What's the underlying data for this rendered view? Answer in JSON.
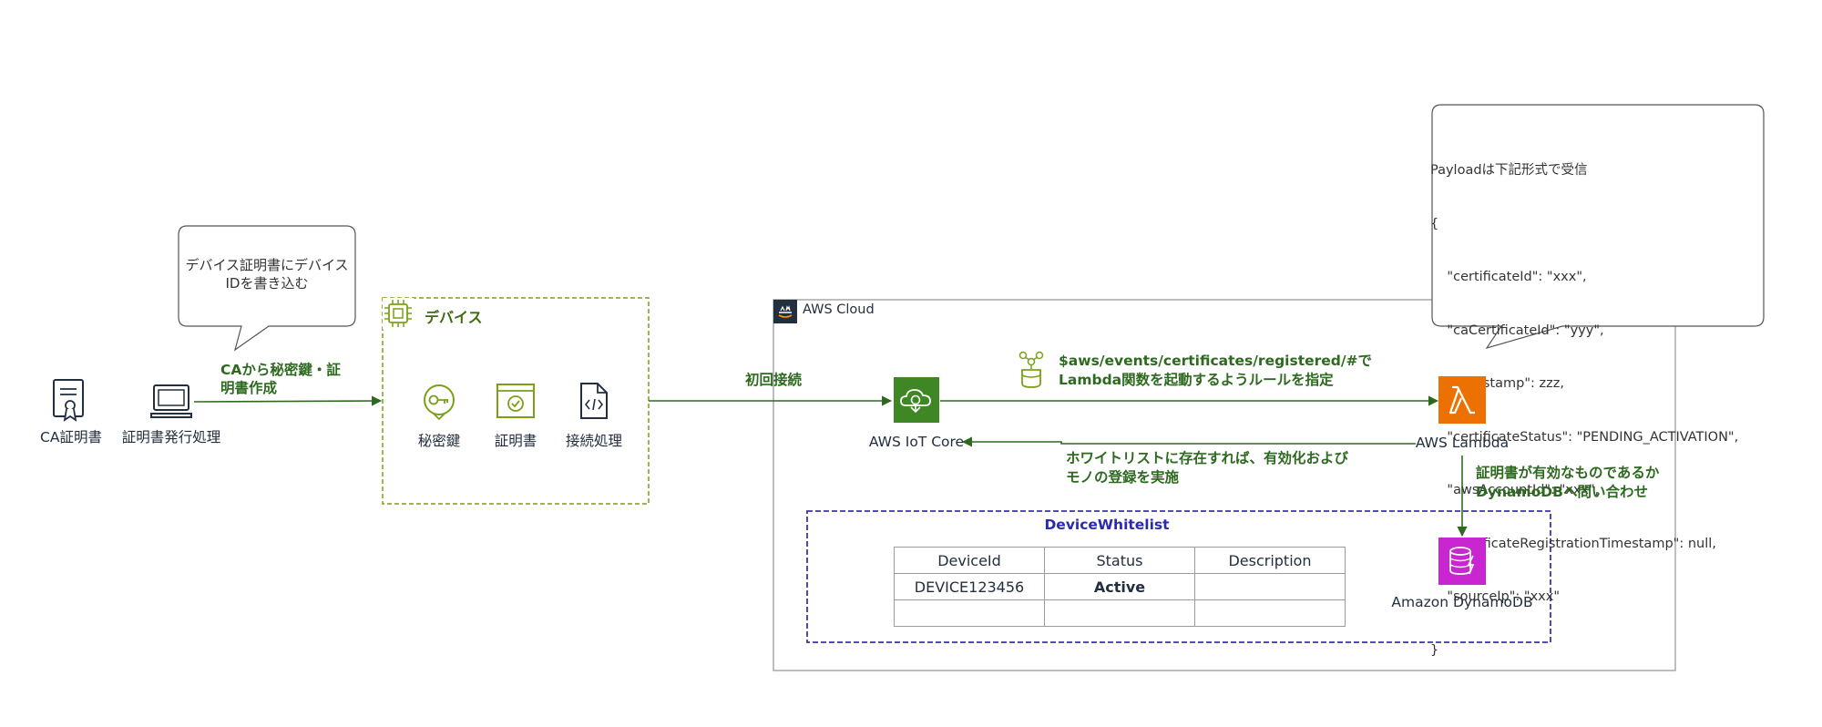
{
  "callout_device_id": "デバイス証明書にデバイスIDを書き込む",
  "ca_cert": {
    "icon": "certificate-icon",
    "label": "CA証明書"
  },
  "cert_issue": {
    "icon": "laptop-icon",
    "label": "証明書発行処理"
  },
  "edge_issue_label": "CAから秘密鍵・証明書作成",
  "device_group": {
    "title": "デバイス",
    "icon": "chip-icon",
    "items": [
      {
        "icon": "private-key-icon",
        "label": "秘密鍵"
      },
      {
        "icon": "certificate-icon",
        "label": "証明書"
      },
      {
        "icon": "code-file-icon",
        "label": "接続処理"
      }
    ]
  },
  "edge_first_connect": "初回接続",
  "aws_cloud": {
    "title": "AWS Cloud",
    "icon": "aws-logo-icon"
  },
  "iot_core": {
    "label": "AWS IoT Core",
    "color": "#3f8624"
  },
  "lambda": {
    "label": "AWS Lambda",
    "color": "#ed7100"
  },
  "dynamodb": {
    "label": "Amazon DynamoDB",
    "color": "#c925d1"
  },
  "rule": {
    "icon": "iot-rule-icon",
    "line1": "$aws/events/certificates/registered/#で",
    "line2": "Lambda関数を起動するようルールを指定"
  },
  "edge_activate": {
    "line1": "ホワイトリストに存在すれば、有効化および",
    "line2": "モノの登録を実施"
  },
  "edge_query": {
    "line1": "証明書が有効なものであるか",
    "line2": "DynamoDBへ問い合わせ"
  },
  "payload_callout": {
    "lines": [
      "Payloadは下記形式で受信",
      "{",
      "    \"certificateId\": \"xxx\",",
      "    \"caCertificateId\": \"yyy\",",
      "    \"timestamp\": zzz,",
      "    \"certificateStatus\": \"PENDING_ACTIVATION\",",
      "    \"awsAccountId\": \"xxx\",",
      "    \"certificateRegistrationTimestamp\": null,",
      "    \"sourceIp\": \"xxx\"",
      "}"
    ]
  },
  "whitelist": {
    "title": "DeviceWhitelist",
    "headers": [
      "DeviceId",
      "Status",
      "Description"
    ],
    "rows": [
      [
        "DEVICE123456",
        "Active",
        ""
      ],
      [
        "",
        "",
        ""
      ]
    ],
    "accent_color": "#e8480f"
  },
  "colors": {
    "edge": "#2d6a1f",
    "group_border": "#7aa116",
    "whitelist_border": "#3b36a8",
    "cloud_border": "#9a9a9a"
  }
}
